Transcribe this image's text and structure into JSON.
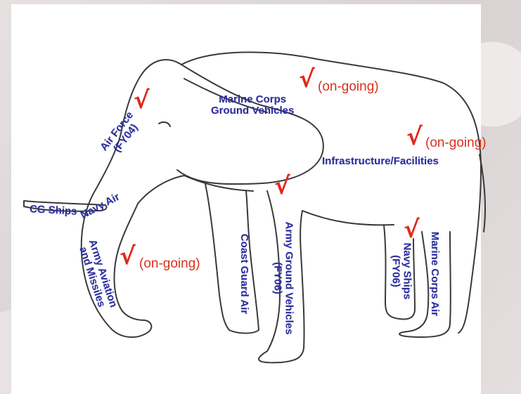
{
  "labels": {
    "marine_corps_ground_vehicles": [
      "Marine Corps",
      "Ground Vehicles"
    ],
    "air_force": [
      "Air Force",
      "(FY04)"
    ],
    "infrastructure": "Infrastructure/Facilities",
    "cg_ships": "CG Ships",
    "navy_air": "Navy Air",
    "army_aviation_missiles": [
      "Army Aviation",
      "and Missiles"
    ],
    "coast_guard_air": "Coast Guard Air",
    "army_ground_vehicles": [
      "Army Ground Vehicles",
      "(FY06)"
    ],
    "navy_ships": [
      "Navy Ships",
      "(FY06)"
    ],
    "marine_corps_air": "Marine Corps Air"
  },
  "status_notes": {
    "ongoing": "(on-going)"
  },
  "check_glyph": "√",
  "colors": {
    "label_text": "#2b2f9e",
    "check_mark": "#e0281a",
    "note_text": "#d8321e",
    "outline": "#3a3a3a"
  }
}
